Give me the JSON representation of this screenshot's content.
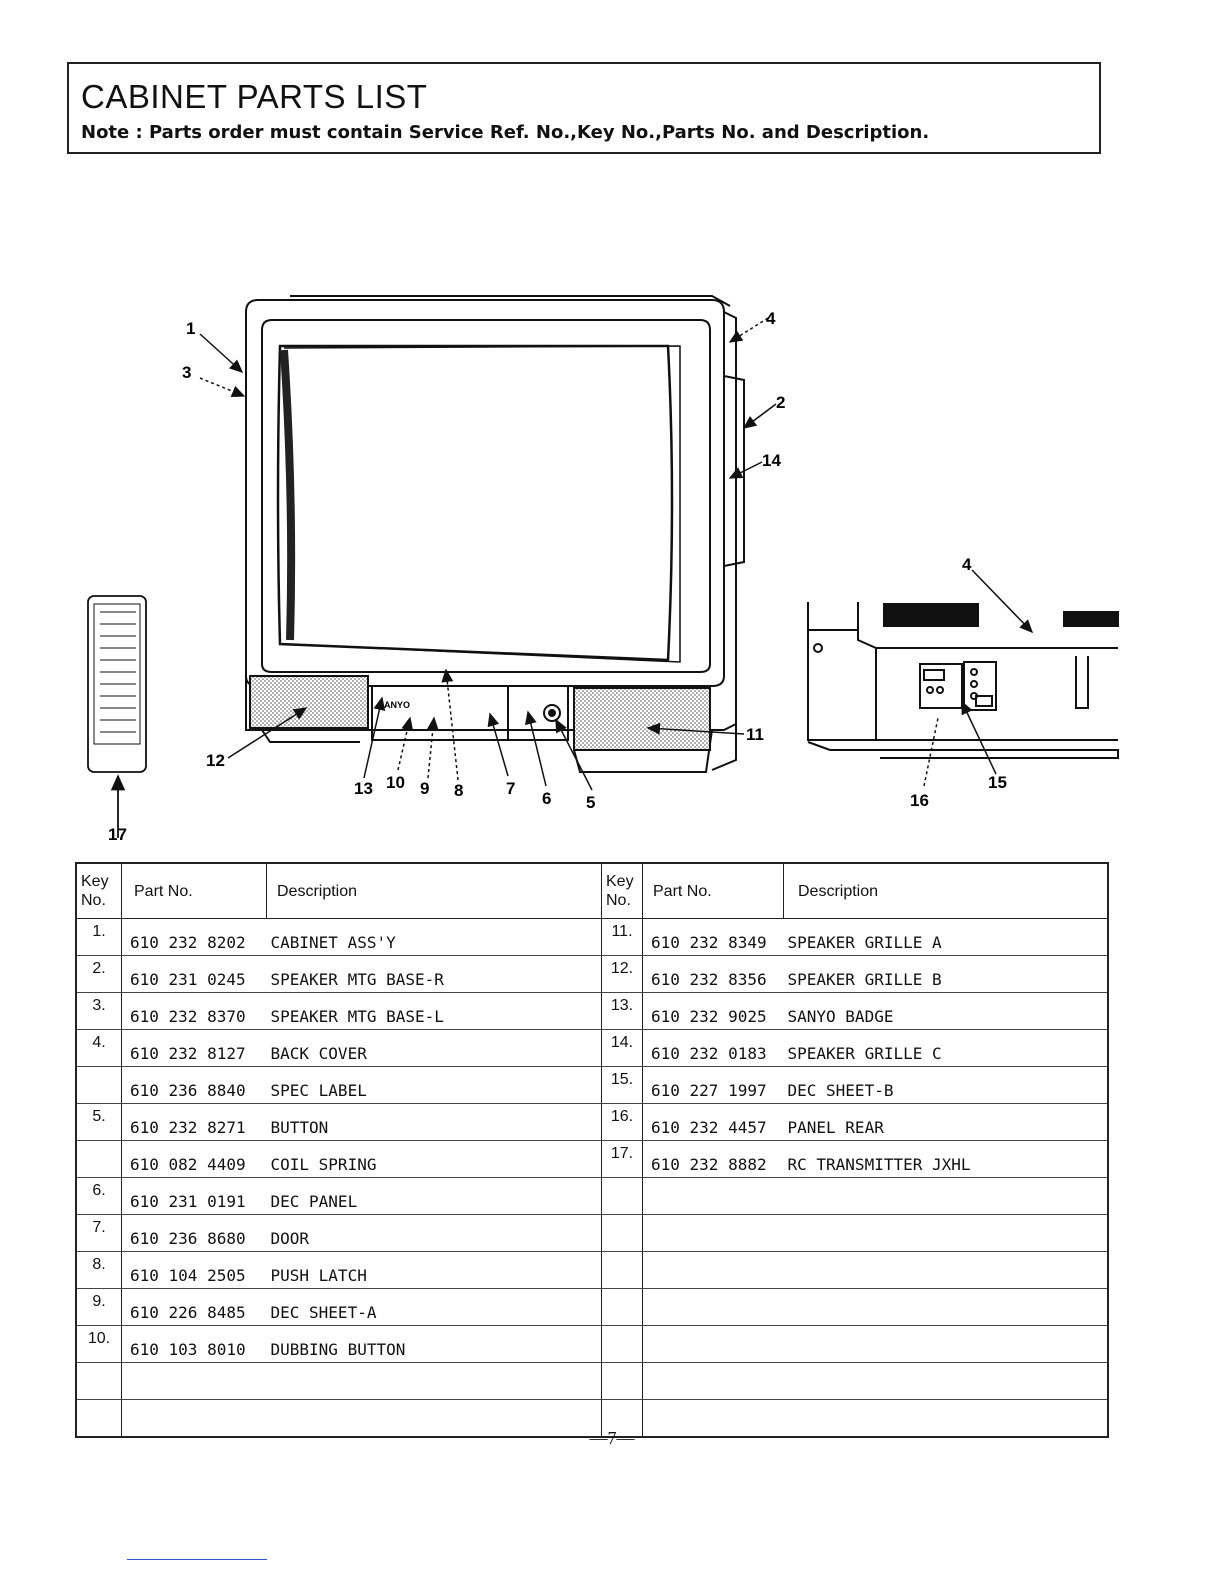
{
  "header": {
    "title": "CABINET PARTS LIST",
    "note": "Note : Parts order must contain Service Ref. No.,Key No.,Parts No. and Description."
  },
  "diagram": {
    "badge_text": "SANYO",
    "callouts": [
      "1",
      "3",
      "4",
      "2",
      "14",
      "12",
      "13",
      "10",
      "9",
      "8",
      "7",
      "6",
      "5",
      "11",
      "17",
      "4",
      "15",
      "16"
    ]
  },
  "table": {
    "headers": {
      "key_no": "Key No.",
      "part_no": "Part  No.",
      "description": "Description"
    },
    "left_rows": [
      {
        "key": "1.",
        "part": "610 232 8202",
        "desc": "CABINET ASS'Y"
      },
      {
        "key": "2.",
        "part": "610 231 0245",
        "desc": "SPEAKER MTG BASE-R"
      },
      {
        "key": "3.",
        "part": "610 232 8370",
        "desc": "SPEAKER MTG BASE-L"
      },
      {
        "key": "4.",
        "part": "610 232 8127",
        "desc": "BACK COVER"
      },
      {
        "key": "",
        "part": "610 236 8840",
        "desc": "SPEC LABEL"
      },
      {
        "key": "5.",
        "part": "610 232 8271",
        "desc": "BUTTON"
      },
      {
        "key": "",
        "part": "610 082 4409",
        "desc": "COIL SPRING"
      },
      {
        "key": "6.",
        "part": "610 231 0191",
        "desc": "DEC PANEL"
      },
      {
        "key": "7.",
        "part": "610 236 8680",
        "desc": "DOOR"
      },
      {
        "key": "8.",
        "part": "610 104 2505",
        "desc": "PUSH LATCH"
      },
      {
        "key": "9.",
        "part": "610 226 8485",
        "desc": "DEC SHEET-A"
      },
      {
        "key": "10.",
        "part": "610 103 8010",
        "desc": "DUBBING BUTTON"
      },
      {
        "key": "",
        "part": "",
        "desc": ""
      },
      {
        "key": "",
        "part": "",
        "desc": ""
      }
    ],
    "right_rows": [
      {
        "key": "11.",
        "part": "610 232 8349",
        "desc": "SPEAKER GRILLE A"
      },
      {
        "key": "12.",
        "part": "610 232 8356",
        "desc": "SPEAKER GRILLE B"
      },
      {
        "key": "13.",
        "part": "610 232 9025",
        "desc": "SANYO BADGE"
      },
      {
        "key": "14.",
        "part": "610 232 0183",
        "desc": "SPEAKER GRILLE C"
      },
      {
        "key": "15.",
        "part": "610 227 1997",
        "desc": "DEC SHEET-B"
      },
      {
        "key": "16.",
        "part": "610 232 4457",
        "desc": "PANEL REAR"
      },
      {
        "key": "17.",
        "part": "610 232 8882",
        "desc": "RC TRANSMITTER JXHL"
      },
      {
        "key": "",
        "part": "",
        "desc": ""
      },
      {
        "key": "",
        "part": "",
        "desc": ""
      },
      {
        "key": "",
        "part": "",
        "desc": ""
      },
      {
        "key": "",
        "part": "",
        "desc": ""
      },
      {
        "key": "",
        "part": "",
        "desc": ""
      },
      {
        "key": "",
        "part": "",
        "desc": ""
      },
      {
        "key": "",
        "part": "",
        "desc": ""
      }
    ]
  },
  "page_number": "—7—"
}
